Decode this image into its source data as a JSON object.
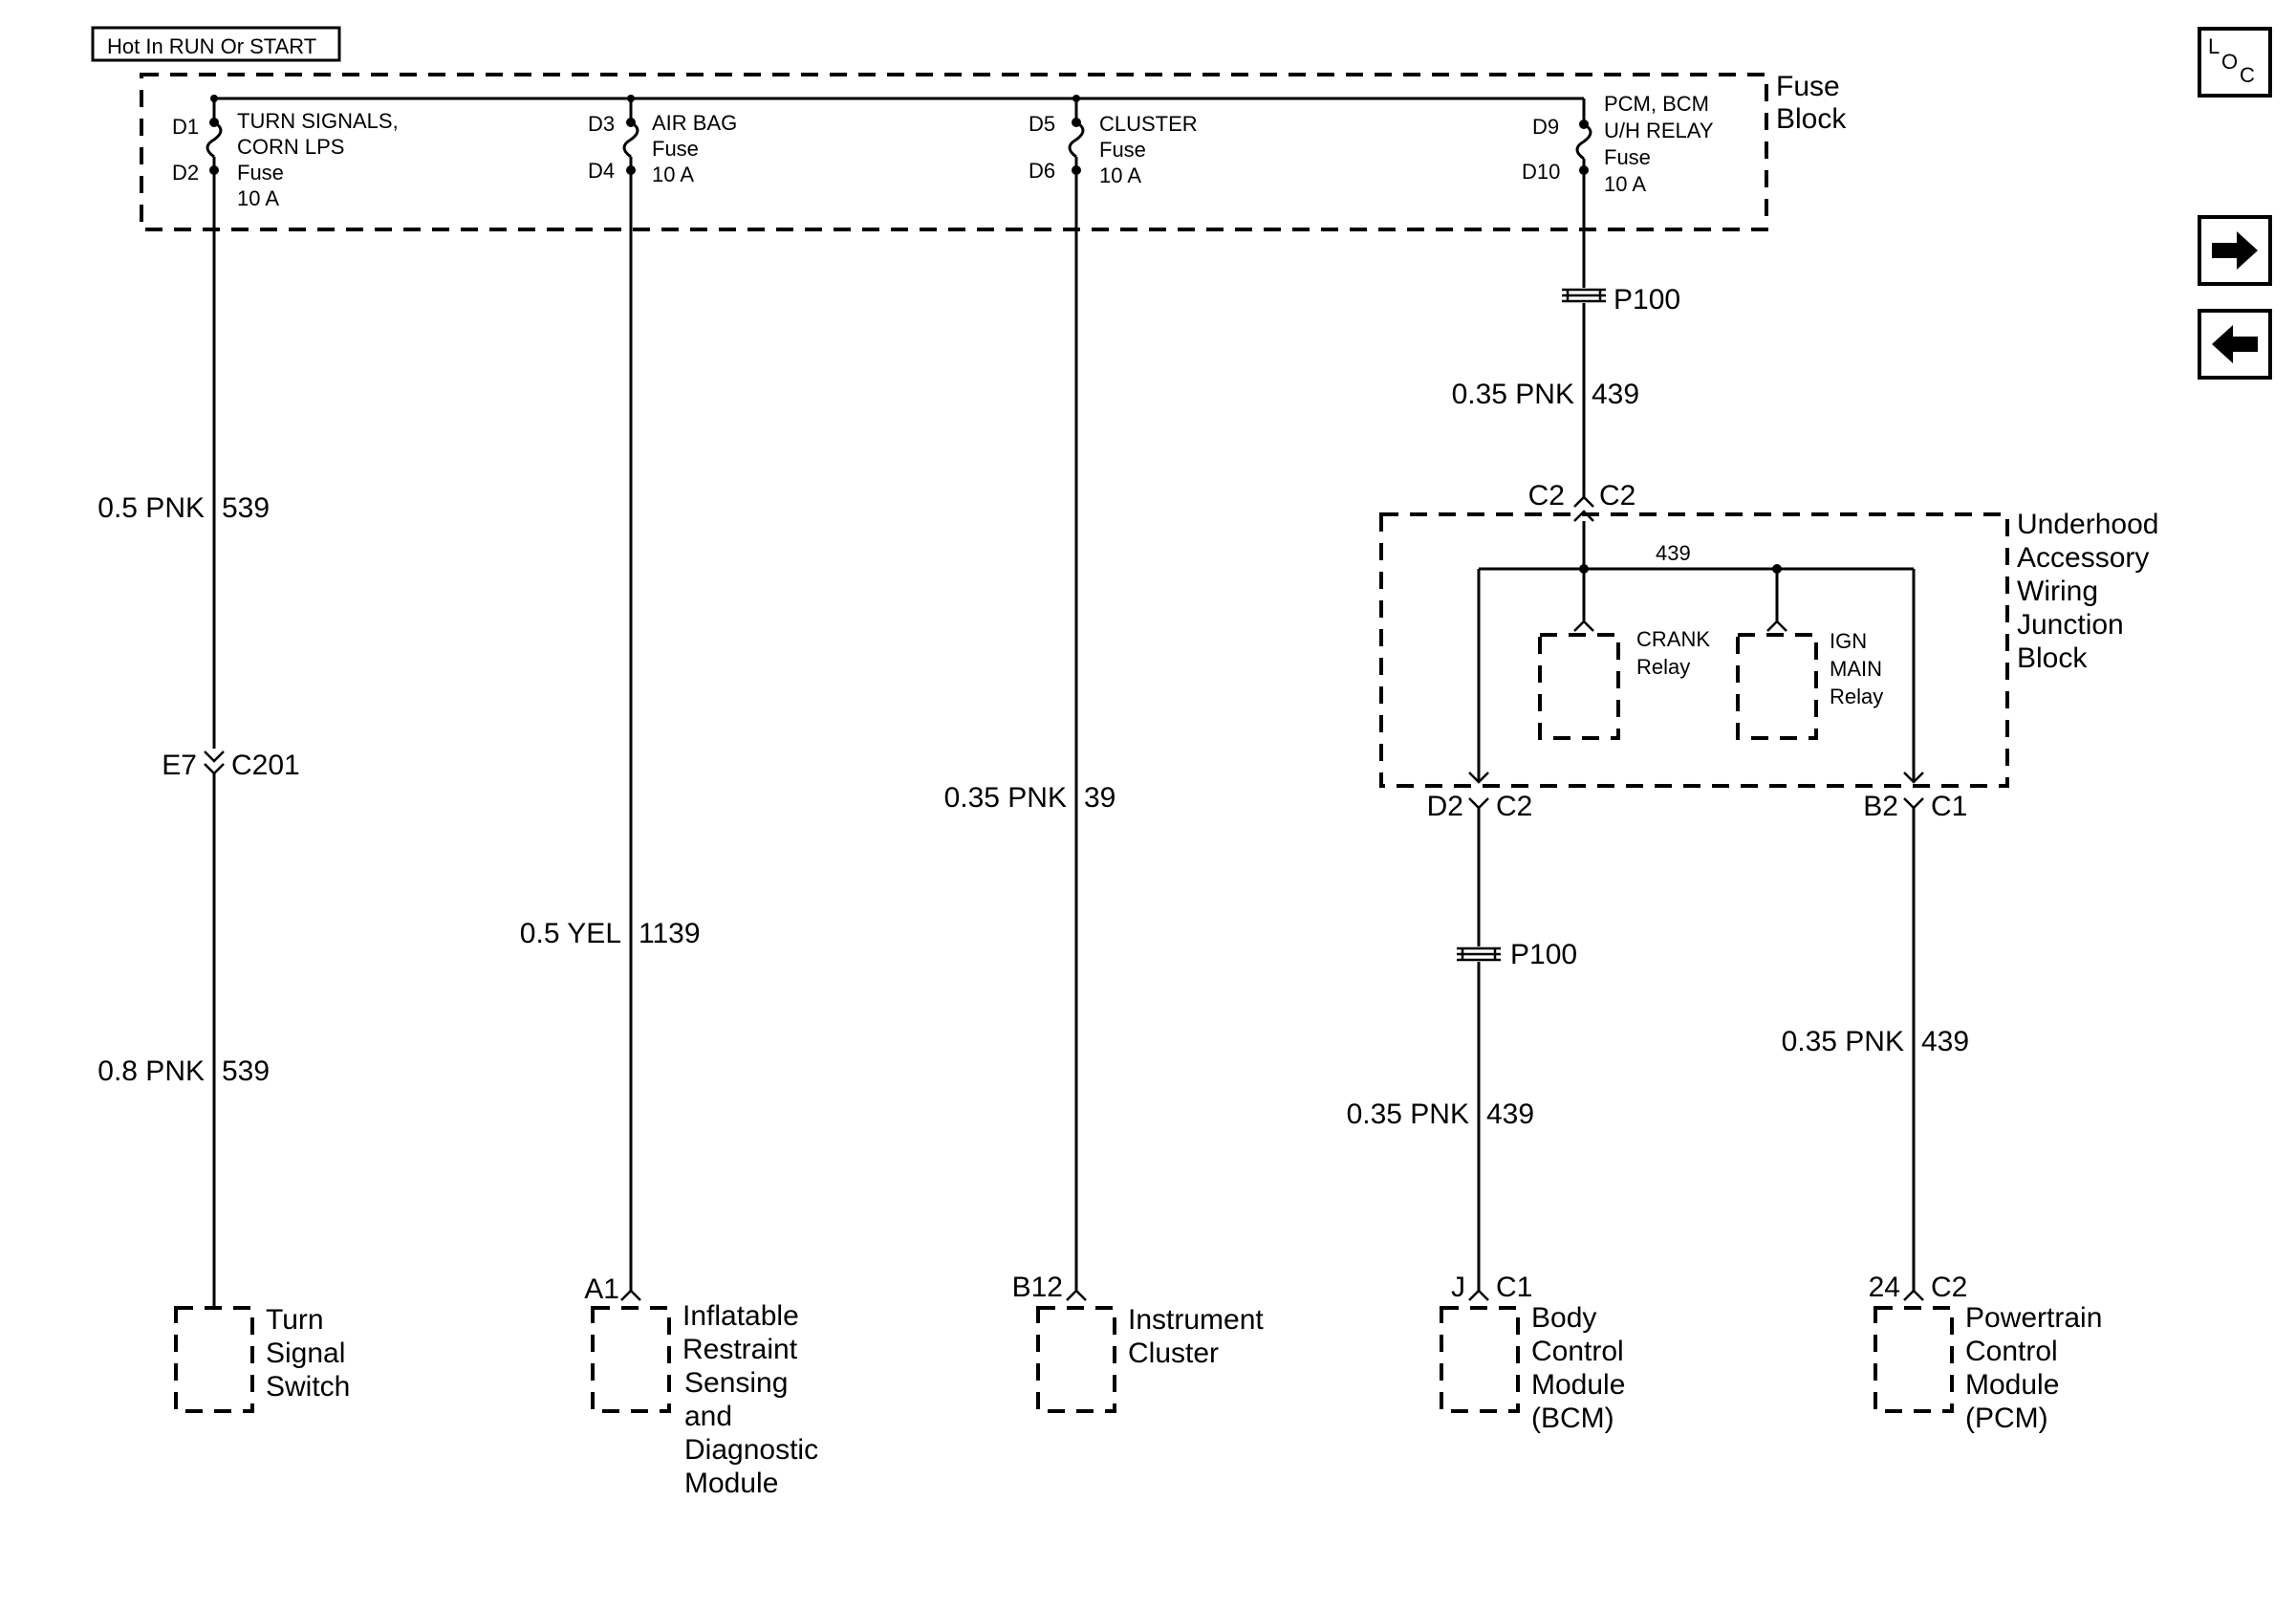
{
  "header": {
    "hot_label": "Hot In RUN Or START"
  },
  "fuse_block": {
    "label_line1": "Fuse",
    "label_line2": "Block",
    "fuses": [
      {
        "pin_top": "D1",
        "pin_bottom": "D2",
        "name_lines": [
          "TURN SIGNALS,",
          "CORN LPS",
          "Fuse",
          "10 A"
        ]
      },
      {
        "pin_top": "D3",
        "pin_bottom": "D4",
        "name_lines": [
          "AIR BAG",
          "Fuse",
          "10 A"
        ]
      },
      {
        "pin_top": "D5",
        "pin_bottom": "D6",
        "name_lines": [
          "CLUSTER",
          "Fuse",
          "10 A"
        ]
      },
      {
        "pin_top": "D9",
        "pin_bottom": "D10",
        "name_lines": [
          "PCM, BCM",
          "U/H RELAY",
          "Fuse",
          "10 A"
        ]
      }
    ]
  },
  "wires": {
    "w539_upper": {
      "gauge": "0.5 PNK",
      "circuit": "539"
    },
    "w539_lower": {
      "gauge": "0.8 PNK",
      "circuit": "539"
    },
    "w1139": {
      "gauge": "0.5 YEL",
      "circuit": "1139"
    },
    "w39": {
      "gauge": "0.35 PNK",
      "circuit": "39"
    },
    "w439_top": {
      "gauge": "0.35 PNK",
      "circuit": "439"
    },
    "w439_bcm": {
      "gauge": "0.35 PNK",
      "circuit": "439"
    },
    "w439_pcm": {
      "gauge": "0.35 PNK",
      "circuit": "439"
    },
    "internal_439": "439"
  },
  "connectors": {
    "c201": {
      "pin": "E7",
      "name": "C201"
    },
    "p100_top": "P100",
    "p100_bcm": "P100",
    "uawjb_in": {
      "left": "C2",
      "right": "C2"
    },
    "uawjb_out_left": {
      "pin": "D2",
      "conn": "C2"
    },
    "uawjb_out_right": {
      "pin": "B2",
      "conn": "C1"
    }
  },
  "junction_block": {
    "label_lines": [
      "Underhood",
      "Accessory",
      "Wiring",
      "Junction",
      "Block"
    ],
    "crank_relay": [
      "CRANK",
      "Relay"
    ],
    "ign_relay": [
      "IGN",
      "MAIN",
      "Relay"
    ]
  },
  "components": {
    "turn_signal": {
      "lines": [
        "Turn",
        "Signal",
        "Switch"
      ]
    },
    "airbag": {
      "pin": "A1",
      "lines": [
        "Inflatable",
        "Restraint",
        "Sensing",
        "and",
        "Diagnostic",
        "Module"
      ]
    },
    "cluster": {
      "pin": "B12",
      "lines": [
        "Instrument",
        "Cluster"
      ]
    },
    "bcm": {
      "pin": "J",
      "conn": "C1",
      "lines": [
        "Body",
        "Control",
        "Module",
        "(BCM)"
      ]
    },
    "pcm": {
      "pin": "24",
      "conn": "C2",
      "lines": [
        "Powertrain",
        "Control",
        "Module",
        "(PCM)"
      ]
    }
  },
  "nav": {
    "loc_l": "L",
    "loc_o": "O",
    "loc_c": "C",
    "next_icon": "arrow-right-icon",
    "prev_icon": "arrow-left-icon"
  }
}
